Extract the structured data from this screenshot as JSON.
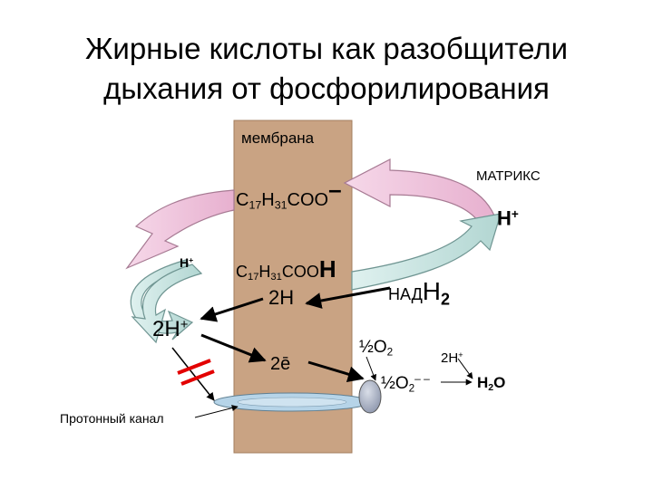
{
  "title": {
    "line1": "Жирные кислоты как разобщители",
    "line2": "дыхания от фосфорилирования"
  },
  "labels": {
    "membrane": "мембрана",
    "matrix": "МАТРИКС",
    "anion": {
      "c": "C",
      "c_sub": "17",
      "h": "H",
      "h_sub": "31",
      "coo": "COO",
      "charge": "–"
    },
    "acid": {
      "c": "C",
      "c_sub": "17",
      "h": "H",
      "h_sub": "31",
      "coo": "COO",
      "h_end": "H"
    },
    "h_plus_matrix": {
      "base": "H",
      "charge": "+"
    },
    "h_plus_left": {
      "base": "H",
      "charge": "+"
    },
    "two_h_plus_left": {
      "base": "2H",
      "charge": "+"
    },
    "two_h": "2H",
    "nadh": {
      "prefix": "НАД",
      "suffix": "H",
      "sub": "2"
    },
    "two_e": "2ē",
    "half_o2": {
      "frac": "½O",
      "sub": "2"
    },
    "half_o2_ion": {
      "frac": "½O",
      "sub": "2",
      "charge": "– –"
    },
    "two_h_plus_right": {
      "base": "2H",
      "charge": "+"
    },
    "water": {
      "h": "H",
      "sub": "2",
      "o": "O"
    },
    "proton_channel": "Протонный канал"
  },
  "colors": {
    "membrane": "#c9a383",
    "membrane_border": "#a27c5c",
    "arrow_pink": "#ecbcd7",
    "arrow_pink_dark": "#a77a93",
    "arrow_blue": "#c3e0dd",
    "arrow_blue_dark": "#6f9592",
    "channel": "#b6d4e8",
    "oxygen": "#a2aabd",
    "block": "#e30000"
  }
}
